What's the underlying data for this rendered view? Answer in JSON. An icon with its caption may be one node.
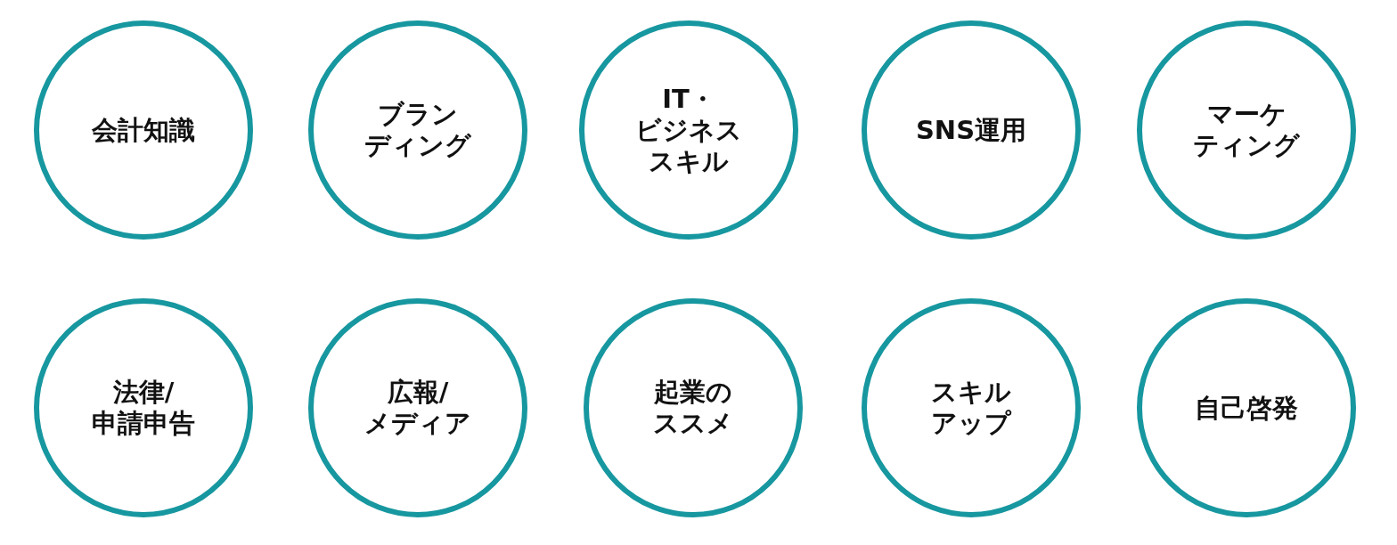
{
  "diagram": {
    "nodes": [
      {
        "text": [
          "会計知識"
        ]
      },
      {
        "text": [
          "ブランディング"
        ]
      },
      {
        "text": [
          "IT・ビジネススキル"
        ]
      },
      {
        "text": [
          "SNS運用"
        ]
      },
      {
        "text": [
          "マーケティング"
        ]
      },
      {
        "text": [
          "法律/申請申告"
        ]
      },
      {
        "text": [
          "広報/メディア"
        ]
      },
      {
        "text": [
          "起業のススメ"
        ]
      },
      {
        "text": [
          "スキルアップ"
        ]
      },
      {
        "text": [
          "自己啓発"
        ]
      }
    ]
  }
}
